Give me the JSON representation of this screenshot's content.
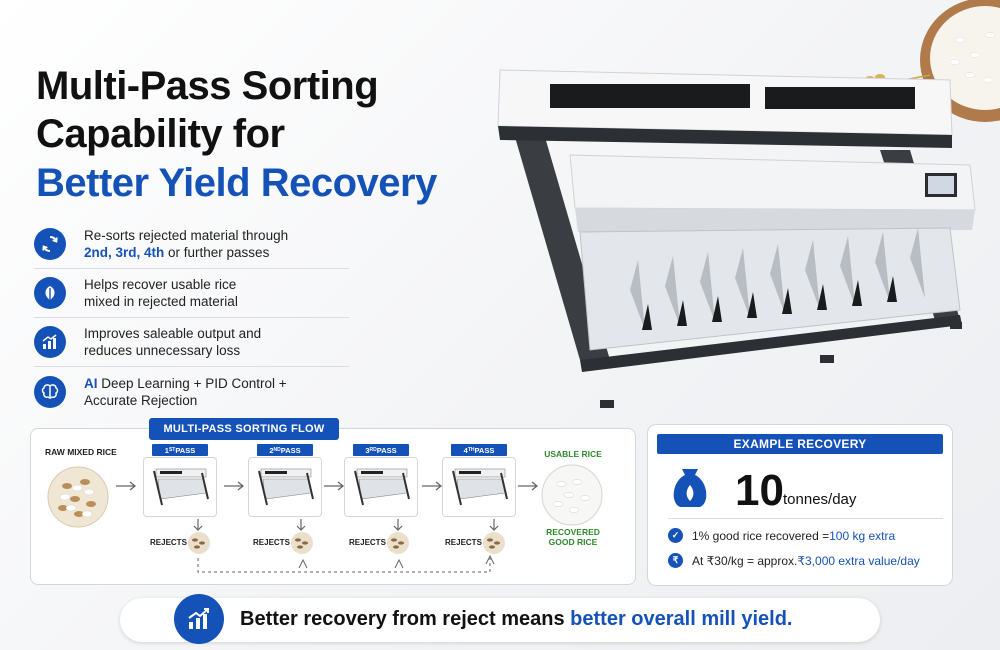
{
  "title": {
    "line1": "Multi-Pass Sorting",
    "line2": "Capability for",
    "line3": "Better Yield Recovery"
  },
  "features": [
    {
      "icon": "recycle-icon",
      "line1": "Re-sorts rejected material through",
      "hl": "2nd, 3rd, 4th",
      "rest": " or further passes"
    },
    {
      "icon": "leaf-icon",
      "line1": "Helps recover usable rice",
      "line2": "mixed in rejected material"
    },
    {
      "icon": "growth-chart-icon",
      "line1": "Improves saleable output and",
      "line2": "reduces unnecessary loss"
    },
    {
      "icon": "brain-icon",
      "hl": "AI",
      "line1": " Deep Learning + PID Control +",
      "line2": "Accurate Rejection"
    }
  ],
  "flow": {
    "heading": "MULTI-PASS SORTING FLOW",
    "raw_label": "RAW MIXED RICE",
    "usable_label": "USABLE RICE",
    "recovered_line1": "RECOVERED",
    "recovered_line2": "GOOD RICE",
    "rejects_label": "REJECTS",
    "passes": [
      {
        "num": "1",
        "sup": "ST",
        "word": " PASS"
      },
      {
        "num": "2",
        "sup": "ND",
        "word": " PASS"
      },
      {
        "num": "3",
        "sup": "RD",
        "word": " PASS"
      },
      {
        "num": "4",
        "sup": "TH",
        "word": " PASS"
      }
    ]
  },
  "recovery": {
    "heading": "EXAMPLE RECOVERY",
    "amount": "10",
    "unit": "tonnes/day",
    "row1_text": "1% good rice recovered = ",
    "row1_hl": "100 kg extra",
    "row2_symbol": "₹",
    "row2_text": "At ₹30/kg = approx. ",
    "row2_hl": "₹3,000 extra value/day"
  },
  "banner": {
    "text": "Better recovery from reject means ",
    "hl": "better overall mill yield."
  },
  "colors": {
    "brand_blue": "#1552b8",
    "green": "#2f8a2f"
  }
}
